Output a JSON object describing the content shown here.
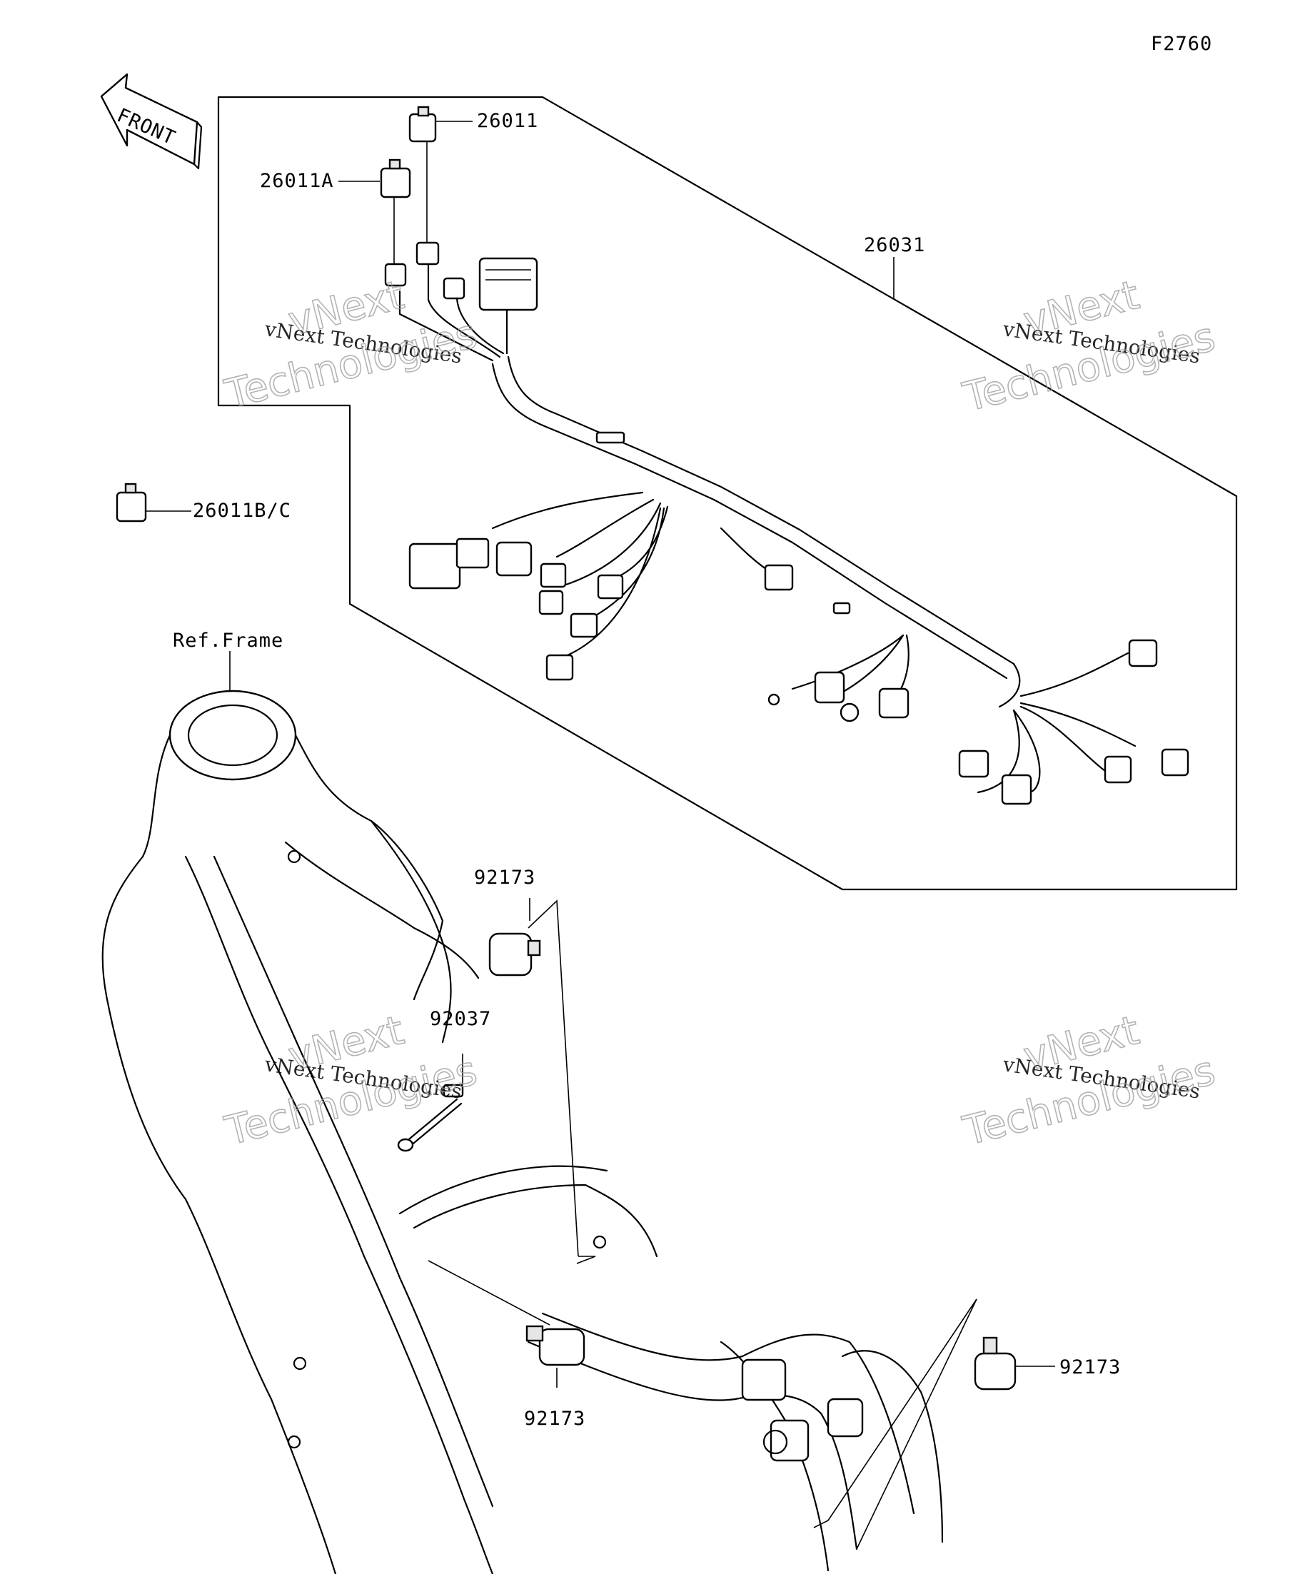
{
  "figure_id": "F2760",
  "front_arrow": {
    "label": "FRONT",
    "icon": "front-arrow-icon"
  },
  "parts": {
    "p26011": "26011",
    "p26011A": "26011A",
    "p26011BC": "26011B/C",
    "p26031": "26031",
    "ref_frame": "Ref.Frame",
    "p92173_top": "92173",
    "p92037": "92037",
    "p92173_bottom": "92173",
    "p92173_right": "92173"
  },
  "watermarks": [
    {
      "line1": "vNext Technologies",
      "line2": "vNext",
      "line3": "Technologies"
    },
    {
      "line1": "vNext Technologies",
      "line2": "vNext",
      "line3": "Technologies"
    },
    {
      "line1": "vNext Technologies",
      "line2": "vNext",
      "line3": "Technologies"
    },
    {
      "line1": "vNext Technologies",
      "line2": "vNext",
      "line3": "Technologies"
    }
  ],
  "colors": {
    "line": "#000000",
    "watermark": "#9a9a9a",
    "background": "#ffffff"
  }
}
